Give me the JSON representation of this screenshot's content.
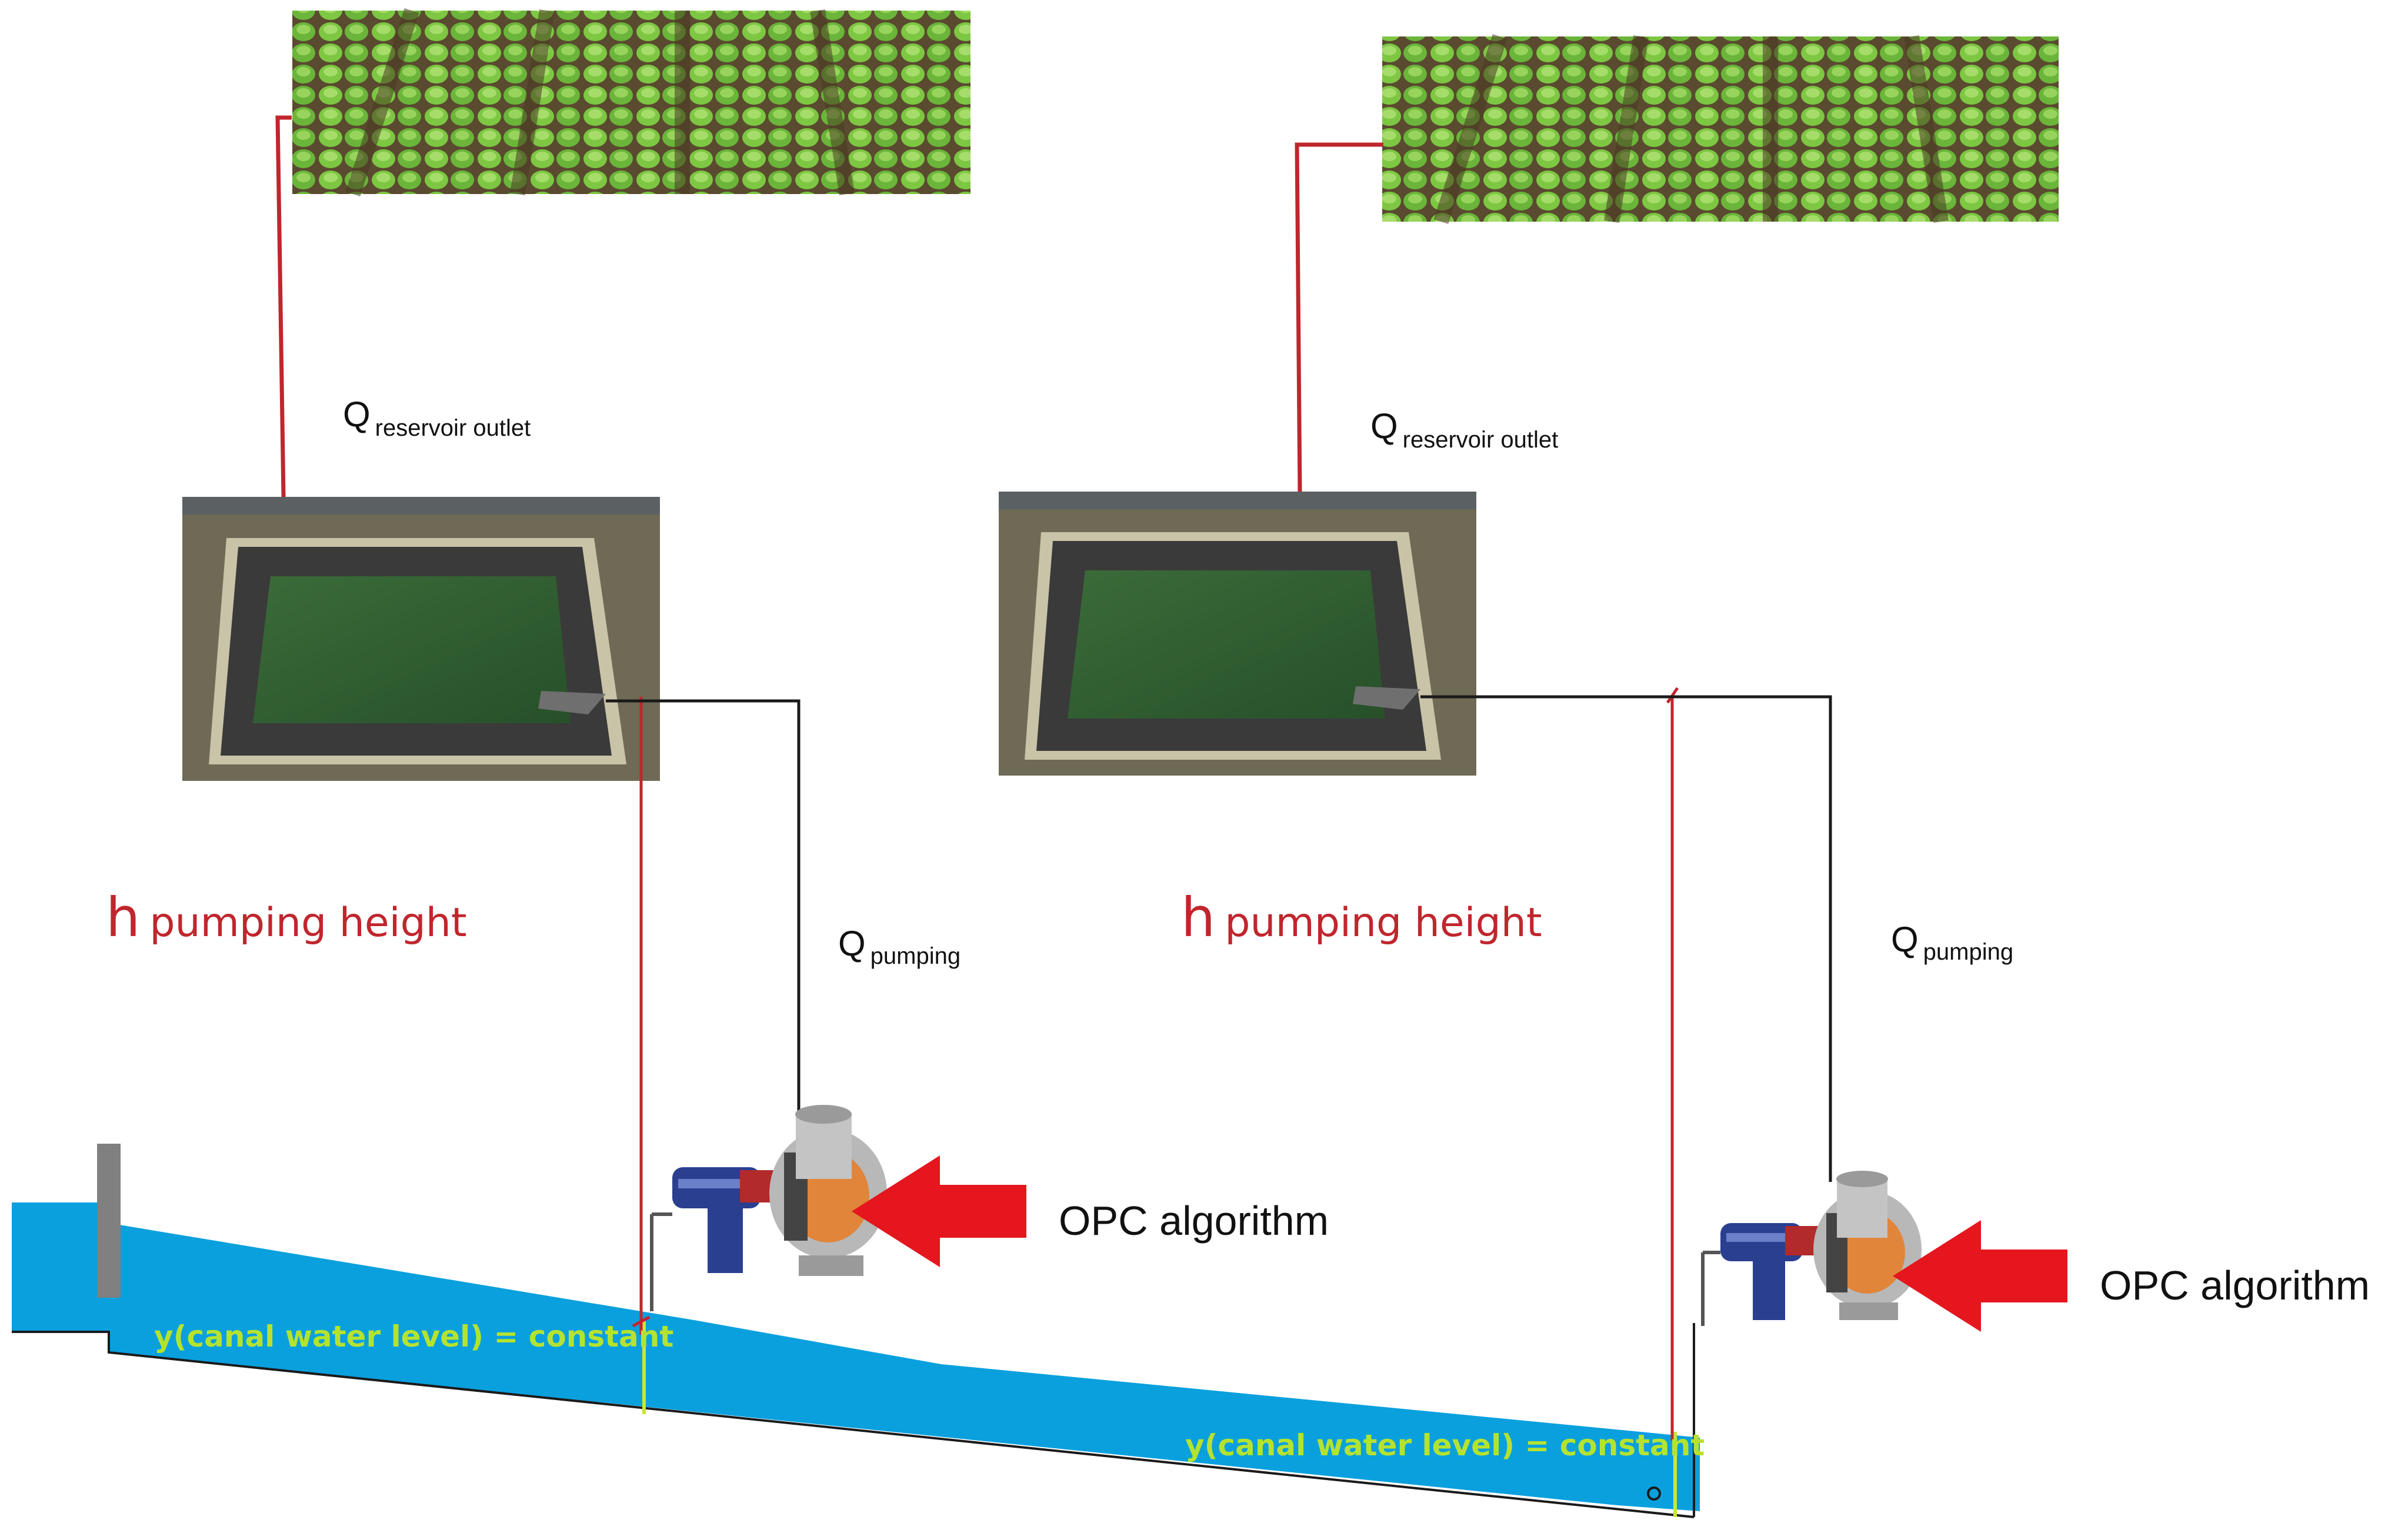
{
  "colors": {
    "water": "#0aa0de",
    "pipe": "#c0262d",
    "pumping_line": "#1a1a1a",
    "level_marker": "#c8e830",
    "level_text": "#b4e32f",
    "arrow": "#e5161d",
    "height_text": "#c0262d",
    "crop": "#6fbf3e",
    "reservoir_water": "#2f5e2e",
    "reservoir_bank": "#3a3a3a",
    "pump_body": "#2a3f8f",
    "gate": "#808080"
  },
  "icons": [
    "crop-field-icon",
    "reservoir-icon",
    "pump-icon",
    "sluice-gate-icon",
    "arrow-icon"
  ],
  "units": [
    {
      "q_out_symbol": "Q",
      "q_out_subscript": "reservoir outlet",
      "h_symbol": "h",
      "h_label": "pumping height",
      "q_pump_symbol": "Q",
      "q_pump_subscript": "pumping",
      "control_label": "OPC algorithm",
      "level_label": "y(canal water level) = constant"
    },
    {
      "q_out_symbol": "Q",
      "q_out_subscript": "reservoir outlet",
      "h_symbol": "h",
      "h_label": "pumping height",
      "q_pump_symbol": "Q",
      "q_pump_subscript": "pumping",
      "control_label": "OPC algorithm",
      "level_label": "y(canal water level) = constant"
    }
  ]
}
